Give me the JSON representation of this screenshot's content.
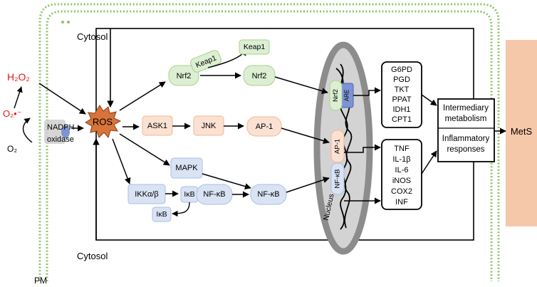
{
  "colors": {
    "membrane": "#8fc36a",
    "ros_fill": "#d8743a",
    "nrf2_fill": "#dcefd2",
    "nrf2_stroke": "#a9d08e",
    "ap1_fill": "#fbe1d2",
    "ap1_stroke": "#f3b696",
    "nfkb_fill": "#d9e3f4",
    "nfkb_stroke": "#a9bfe3",
    "nucleus_fill": "#d3d3d3",
    "nucleus_stroke": "#8c8c8c",
    "mets_fill": "#f6c8aa",
    "red_text": "#e21b1b",
    "nadph_fill": "#cfcfcf",
    "nadph_blue": "#7d93d6"
  },
  "labels": {
    "cytosol_top": "Cytosol",
    "cytosol_bottom": "Cytosol",
    "pm": "PM",
    "h2o2": "H₂O₂",
    "superoxide": "O₂•⁻",
    "o2": "O₂",
    "nadph": "NADPH",
    "oxidase": "oxidase",
    "ros": "ROS",
    "nucleus": "Nucleus",
    "mets": "MetS"
  },
  "nodes": {
    "keap1_bound": "Keap1",
    "keap1_free": "Keap1",
    "nrf2_cyto": "Nrf2",
    "nrf2_nuc_cyto": "Nrf2",
    "nrf2_nuclear": "Nrf2",
    "are": "ARE",
    "ask1": "ASK1",
    "jnk": "JNK",
    "ap1_cyto": "AP-1",
    "ap1_nuclear": "AP-1",
    "mapk": "MAPK",
    "ikk": "IKKα/β",
    "ikb": "IκB",
    "ikb_free": "IκB",
    "nfkb_complex": "NF-κB",
    "nfkb_cyto": "NF-κB",
    "nfkb_nuclear": "NF-κB"
  },
  "gene_lists": {
    "nrf2_targets": [
      "G6PD",
      "PGD",
      "TKT",
      "PPAT",
      "IDH1",
      "CPT1"
    ],
    "nfkb_targets": [
      "TNF",
      "IL-1β",
      "IL-6",
      "iNOS",
      "COX2",
      "INF"
    ]
  },
  "outcomes": {
    "metabolism_line1": "Intermediary",
    "metabolism_line2": "metabolism",
    "inflammatory_line1": "Inflammatory",
    "inflammatory_line2": "responses"
  }
}
